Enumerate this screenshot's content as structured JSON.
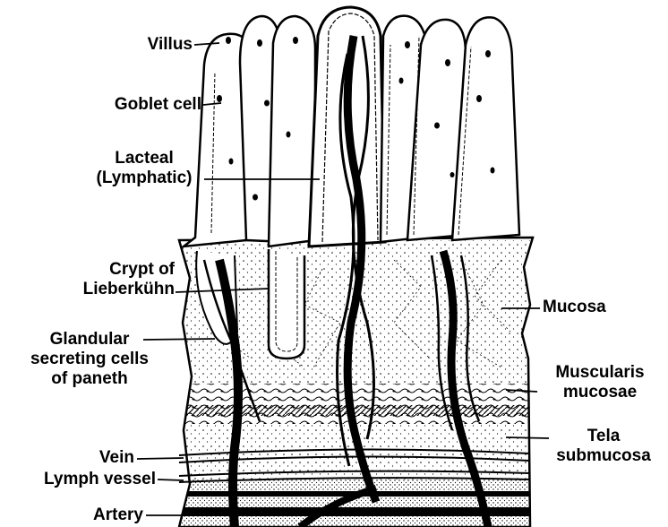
{
  "labels": {
    "villus": "Villus",
    "goblet_cell": "Goblet cell",
    "lacteal_line1": "Lacteal",
    "lacteal_line2": "(Lymphatic)",
    "crypt_line1": "Crypt of",
    "crypt_line2": "Lieberkühn",
    "glandular_line1": "Glandular",
    "glandular_line2": "secreting cells",
    "glandular_line3": "of paneth",
    "vein": "Vein",
    "lymph_vessel": "Lymph vessel",
    "artery": "Artery",
    "mucosa": "Mucosa",
    "muscularis_line1": "Muscularis",
    "muscularis_line2": "mucosae",
    "tela_line1": "Tela",
    "tela_line2": "submucosa"
  }
}
